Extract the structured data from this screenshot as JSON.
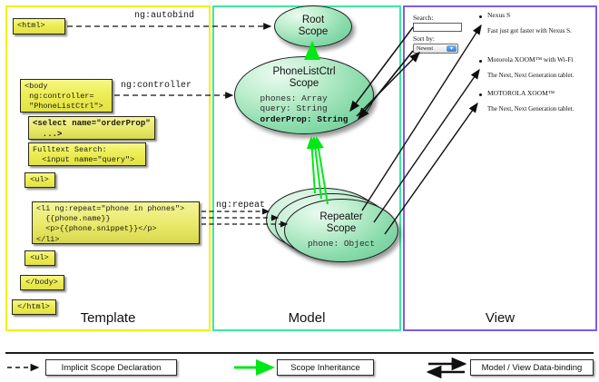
{
  "columns": [
    {
      "key": "template",
      "label": "Template",
      "border": "#f2f20a"
    },
    {
      "key": "model",
      "label": "Model",
      "border": "#3ce8a2"
    },
    {
      "key": "view",
      "label": "View",
      "border": "#7a5cf0"
    }
  ],
  "template": {
    "boxes": [
      {
        "name": "html-open-box",
        "text": "<html>"
      },
      {
        "name": "body-controller-box",
        "text": "<body\n ng:controller=\n \"PhoneListCtrl\">"
      },
      {
        "name": "select-orderprop-box",
        "text": "<select name=\"orderProp\"\n  ...>"
      },
      {
        "name": "fulltext-search-box",
        "text": "Fulltext Search:\n  <input name=\"query\">"
      },
      {
        "name": "ul-open-box",
        "text": "<ul>"
      },
      {
        "name": "li-repeat-box",
        "text": "<li ng:repeat=\"phone in phones\">\n  {{phone.name}}\n  <p>{{phone.snippet}}</p>\n</li>"
      },
      {
        "name": "ul-close-box",
        "text": "<ul>"
      },
      {
        "name": "body-close-box",
        "text": "</body>"
      },
      {
        "name": "html-close-box",
        "text": "</html>"
      }
    ]
  },
  "model": {
    "scopes": [
      {
        "name": "root-scope",
        "title_line1": "Root",
        "title_line2": "Scope",
        "props": ""
      },
      {
        "name": "phonelistctrl-scope",
        "title_line1": "PhoneListCtrl",
        "title_line2": "Scope",
        "props_plain": "phones: Array\nquery: String\n",
        "props_bold": "orderProp: String"
      },
      {
        "name": "repeater-scope",
        "title_line1": "Repeater",
        "title_line2": "Scope",
        "props": "phone: Object"
      }
    ]
  },
  "edges": {
    "autobind_label": "ng:autobind",
    "controller_label": "ng:controller",
    "repeat_label": "ng:repeat"
  },
  "view": {
    "search_label": "Search:",
    "search_value": "",
    "sort_label": "Sort by:",
    "sort_selected": "Newest",
    "phones": [
      {
        "name": "Nexus S",
        "snippet": "Fast just got faster with Nexus S."
      },
      {
        "name": "Motorola XOOM™ with Wi-Fi",
        "snippet": "The Next, Next Generation tablet."
      },
      {
        "name": "MOTOROLA XOOM™",
        "snippet": "The Next, Next Generation tablet."
      }
    ]
  },
  "legend": {
    "items": [
      {
        "name": "legend-implicit-scope",
        "label": "Implicit Scope Declaration",
        "style": "dashed",
        "color": "#1b1b1b"
      },
      {
        "name": "legend-scope-inheritance",
        "label": "Scope Inheritance",
        "style": "solid",
        "color": "#00e817"
      },
      {
        "name": "legend-data-binding",
        "label": "Model / View Data-binding",
        "style": "double",
        "color": "#0d0d0d"
      }
    ]
  }
}
